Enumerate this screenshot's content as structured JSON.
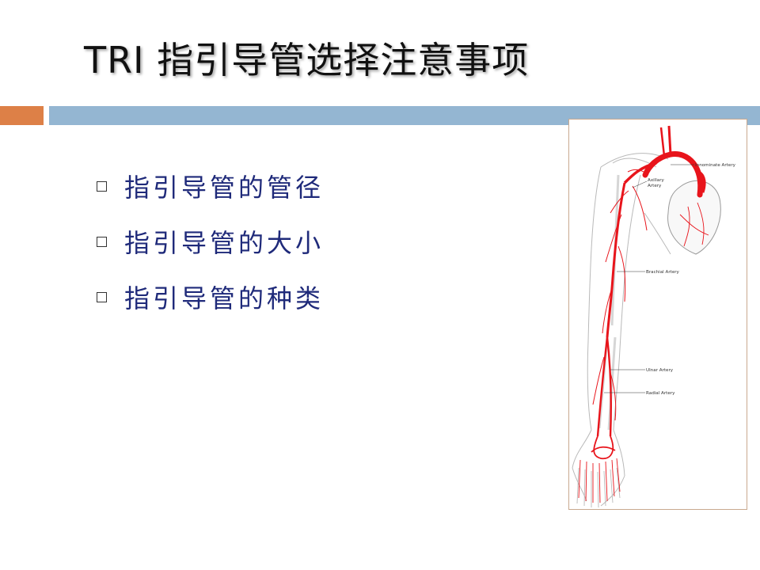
{
  "slide": {
    "title": "TRI 指引导管选择注意事项",
    "bullets": [
      "指引导管的管径",
      "指引导管的大小",
      "指引导管的种类"
    ]
  },
  "figure": {
    "labels": {
      "innominate": "Innominate Artery",
      "axillary_1": "Axillary",
      "axillary_2": "Artery",
      "brachial": "Brachial Artery",
      "ulnar": "Ulnar Artery",
      "radial": "Radial Artery"
    }
  },
  "colors": {
    "accent_orange": "#dd8047",
    "accent_blue": "#94b6d2",
    "text_blue": "#1f2a7a",
    "artery_red": "#e8141b"
  }
}
